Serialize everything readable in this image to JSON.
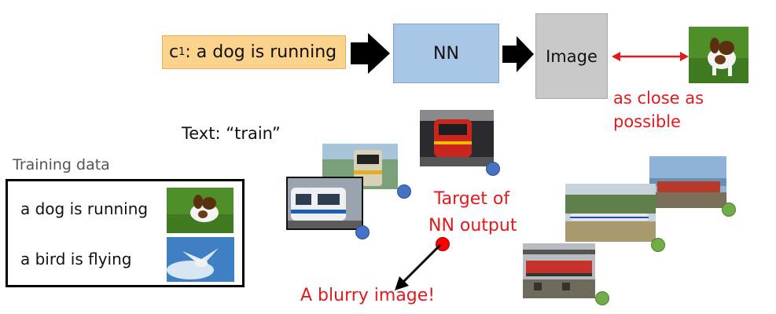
{
  "condition": {
    "prefix": "c",
    "superscript": "1",
    "text": ": a dog is running"
  },
  "nn_label": "NN",
  "image_label": "Image",
  "close_note": {
    "line1": "as close as",
    "line2": "possible"
  },
  "text_label": "Text: “train”",
  "training": {
    "title": "Training data",
    "rows": [
      {
        "caption": "a dog is running"
      },
      {
        "caption": "a bird is flying"
      }
    ]
  },
  "target_note": {
    "line1": "Target of",
    "line2": "NN output"
  },
  "blurry_note": "A blurry image!",
  "colors": {
    "red": "#e31a1c",
    "blue_dot": "#4472c4",
    "green_dot": "#70ad47",
    "target_dot": "#ff0000"
  }
}
